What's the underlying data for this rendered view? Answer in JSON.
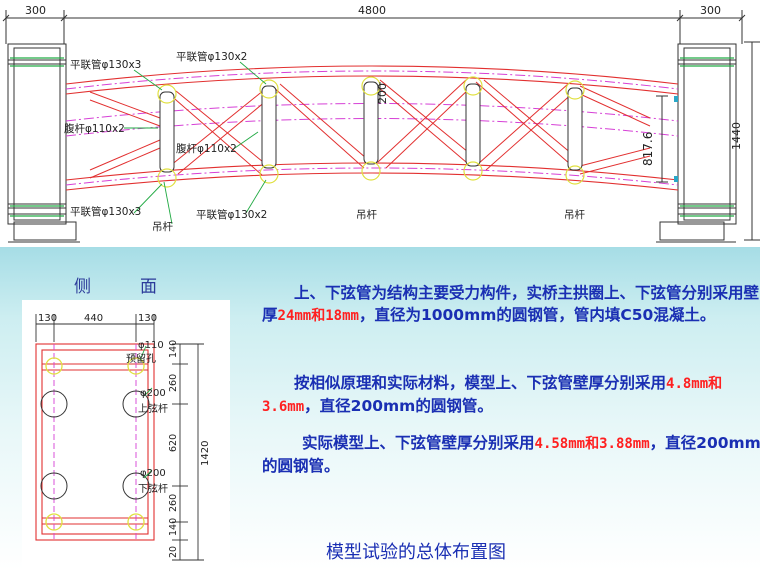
{
  "elevation": {
    "dims": {
      "left": "300",
      "middle": "4800",
      "right": "300",
      "height": "1440",
      "gap": "200",
      "depth": "817.6"
    },
    "labels": {
      "brace_top_left": "平联管φ130x3",
      "brace_top_mid": "平联管φ130x2",
      "web_left": "腹杆φ110x2",
      "web_mid": "腹杆φ110x2",
      "brace_bottom_left": "平联管φ130x3",
      "hanger_left": "吊杆",
      "brace_bottom_mid": "平联管φ130x2",
      "hanger_mid": "吊杆",
      "hanger_right": "吊杆"
    }
  },
  "section": {
    "title": "侧　面",
    "dims": {
      "w_left": "130",
      "w_mid": "440",
      "w_right": "130",
      "h1": "140",
      "h2": "260",
      "h3": "620",
      "h4": "260",
      "h5": "140",
      "h6": "20",
      "total": "1420"
    },
    "labels": {
      "hole_dia": "φ110",
      "hole": "预留孔",
      "upper_dia": "φ200",
      "upper": "上弦杆",
      "lower_dia": "φ200",
      "lower": "下弦杆"
    }
  },
  "text": {
    "p1_a": "上、下弦管为结构主要受力构件，实桥主拱圈上、下弦管分别采用壁厚",
    "p1_red": "24mm和18mm",
    "p1_b": "，直径为1000mm的圆钢管，管内填C50混凝土。",
    "p2_a": "按相似原理和实际材料，模型上、下弦管壁厚分别采用",
    "p2_red": "4.8mm和3.6mm",
    "p2_b": "，直径200mm的圆钢管。",
    "p3_a": "实际模型上、下弦管壁厚分别采用",
    "p3_red": "4.58mm和3.88mm",
    "p3_b": "，直径200mm的圆钢管。"
  },
  "caption": "模型试验的总体布置图",
  "colors": {
    "chord": "#e23030",
    "center_line": "#d640d6",
    "node": "#f0f050",
    "text_blue": "#1a2fb3",
    "highlight": "#ff2020",
    "drawing": "#4d4d4d"
  }
}
